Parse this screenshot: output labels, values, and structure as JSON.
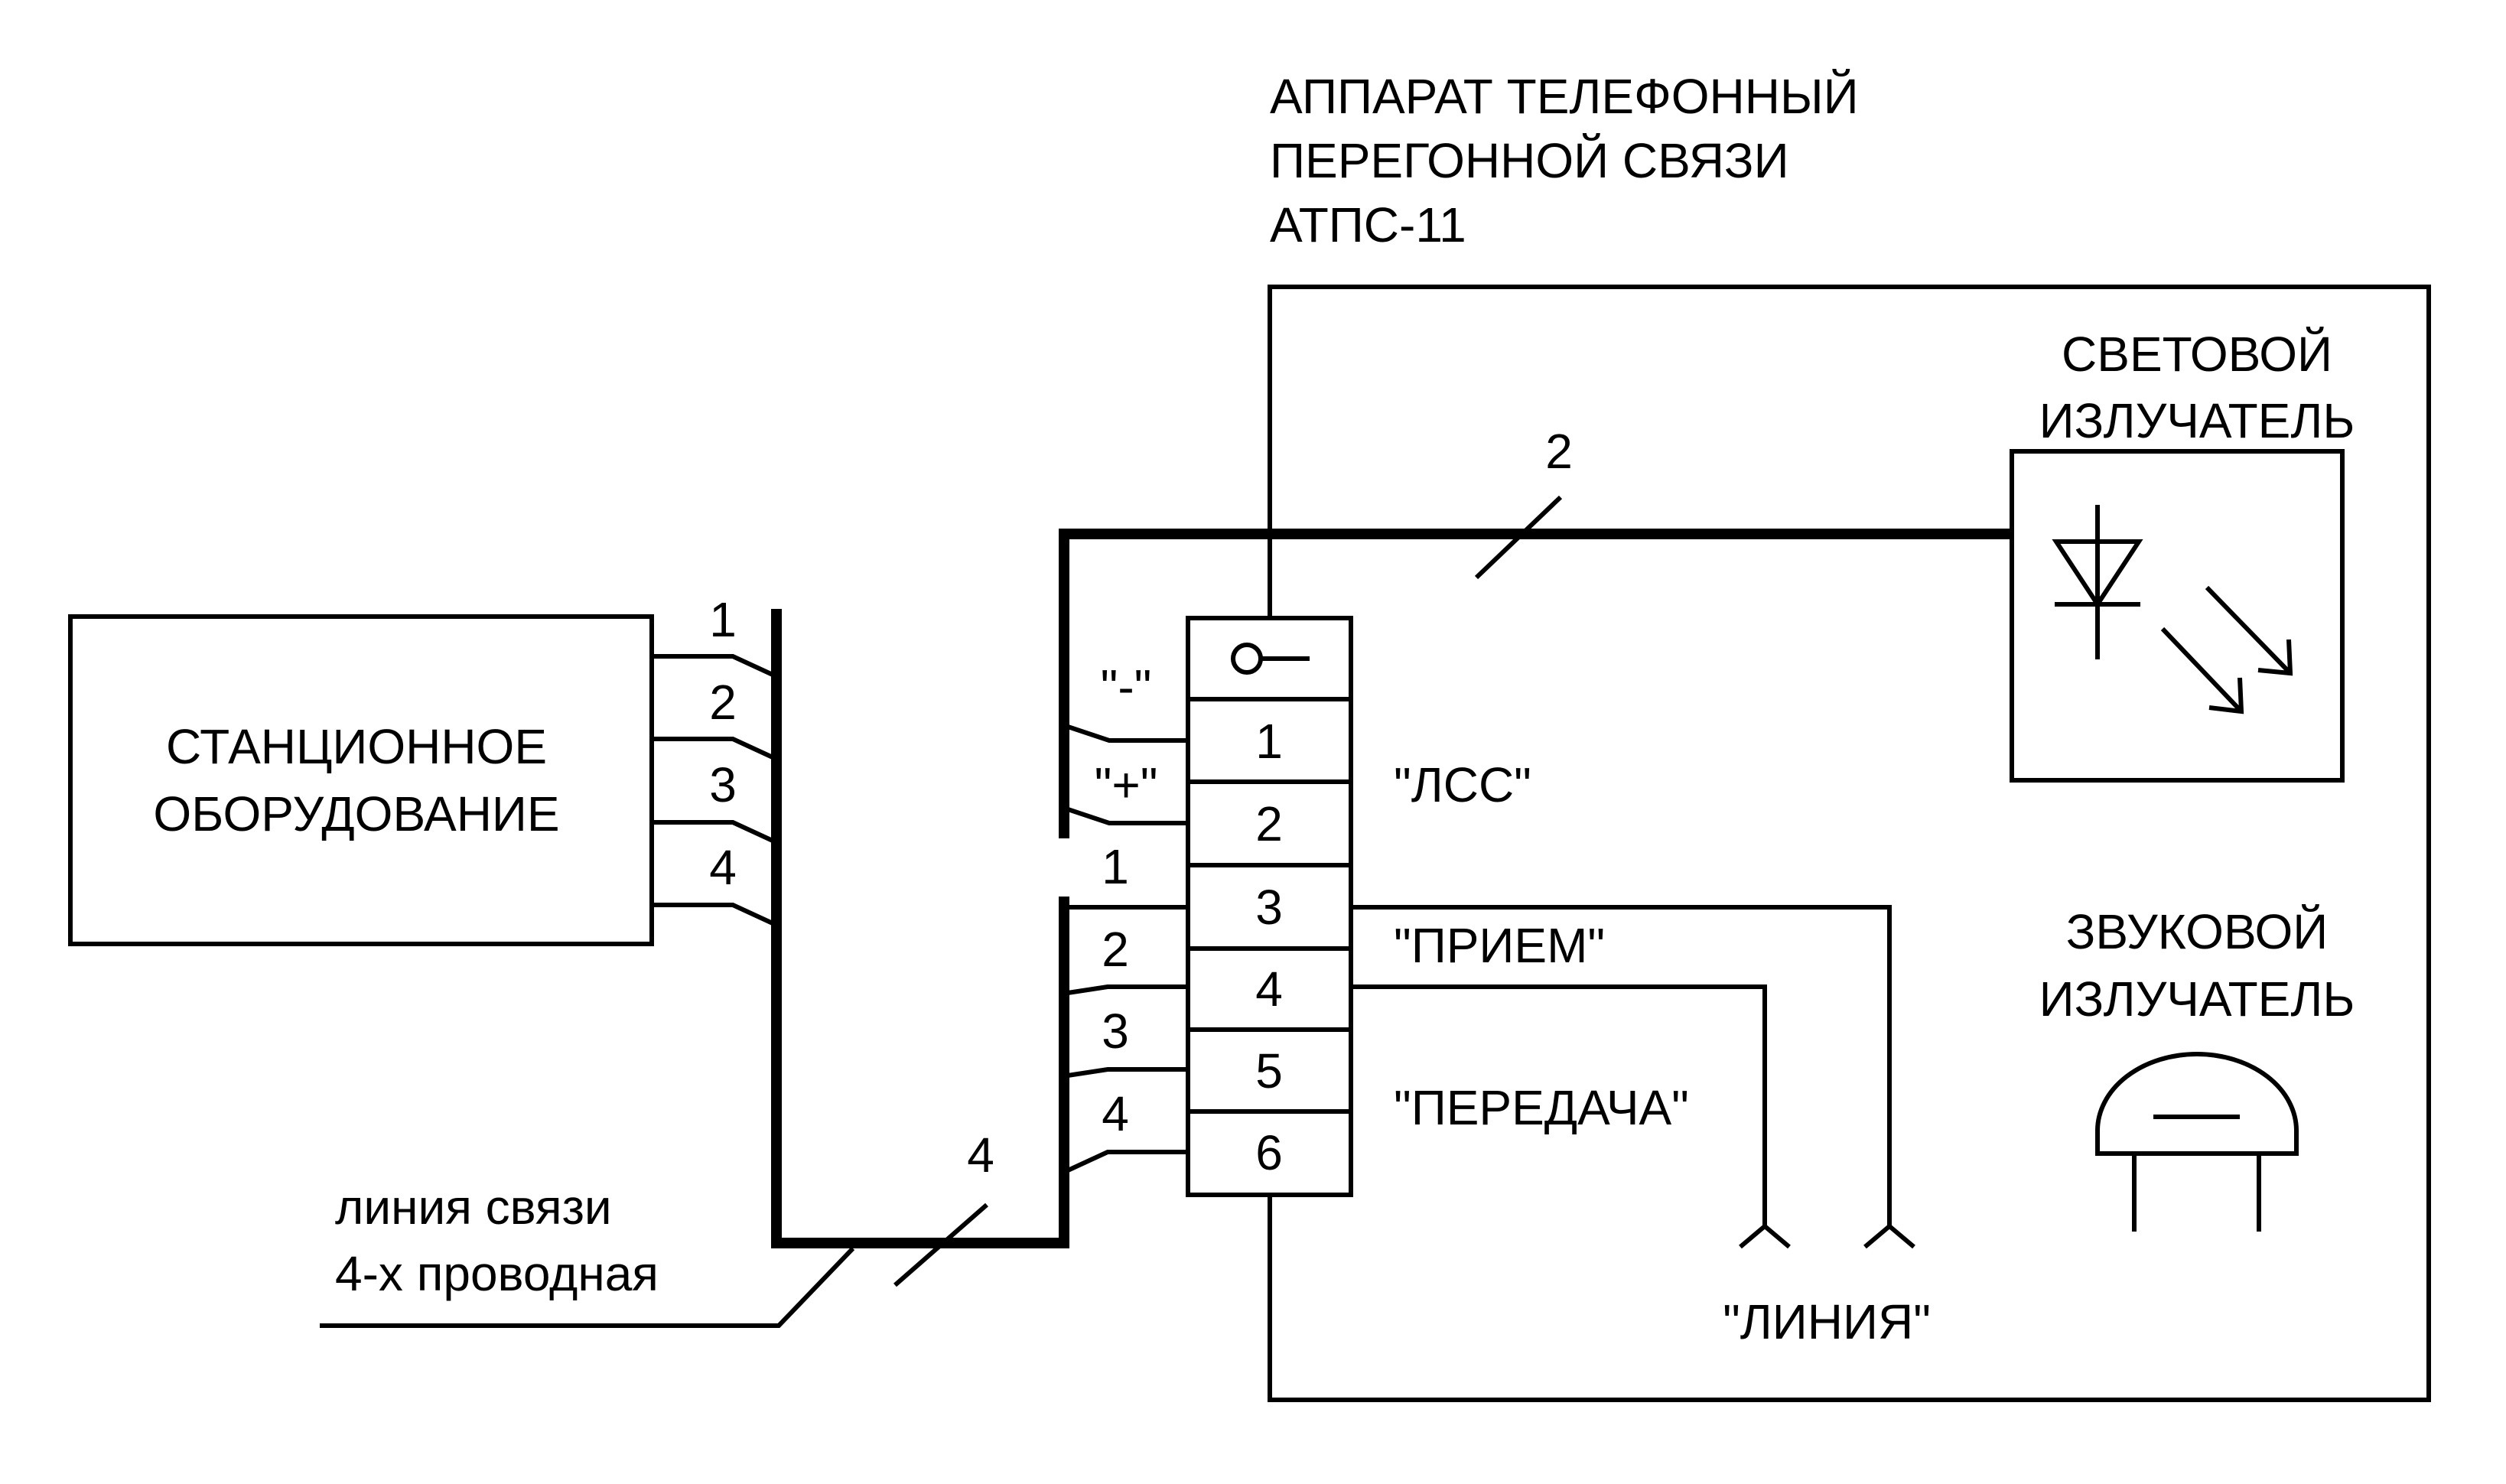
{
  "device": {
    "title_lines": [
      "АППАРАТ ТЕЛЕФОННЫЙ",
      "ПЕРЕГОННОЙ СВЯЗИ",
      "АТПС-11"
    ]
  },
  "station": {
    "label_lines": [
      "СТАНЦИОННОЕ",
      "ОБОРУДОВАНИЕ"
    ],
    "wire_numbers": [
      "1",
      "2",
      "3",
      "4"
    ]
  },
  "line": {
    "label_lines": [
      "линия связи",
      "4-х проводная"
    ],
    "bundle_count": "4"
  },
  "lss": {
    "minus_label": "\"-\"",
    "plus_label": "\"+\"",
    "bundle_count": "2",
    "group_label": "\"ЛСС\""
  },
  "terminal": {
    "rows": [
      "1",
      "2",
      "3",
      "4",
      "5",
      "6"
    ]
  },
  "device_side_wires": [
    "1",
    "2",
    "3",
    "4"
  ],
  "labels": {
    "receive": "\"ПРИЕМ\"",
    "transmit": "\"ПЕРЕДАЧА\"",
    "line": "\"ЛИНИЯ\""
  },
  "light_emitter": {
    "label_lines": [
      "СВЕТОВОЙ",
      "ИЗЛУЧАТЕЛЬ"
    ]
  },
  "sound_emitter": {
    "label_lines": [
      "ЗВУКОВОЙ",
      "ИЗЛУЧАТЕЛЬ"
    ]
  }
}
